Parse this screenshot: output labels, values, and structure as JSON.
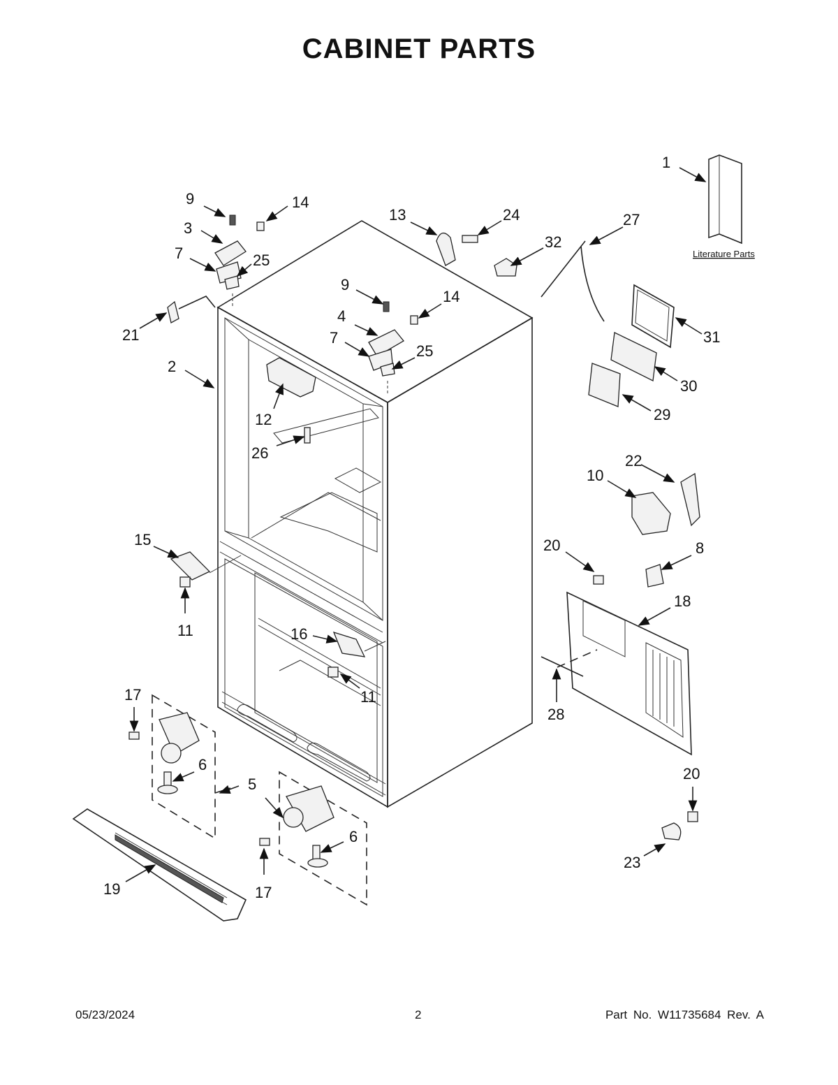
{
  "page": {
    "title": "CABINET PARTS",
    "literature_label": "Literature Parts",
    "footer": {
      "date": "05/23/2024",
      "page_number": "2",
      "part_number": "Part No.  W11735684  Rev.  A"
    }
  },
  "callouts": [
    {
      "id": "c1",
      "label": "1"
    },
    {
      "id": "c2",
      "label": "2"
    },
    {
      "id": "c3",
      "label": "3"
    },
    {
      "id": "c4",
      "label": "4"
    },
    {
      "id": "c5",
      "label": "5"
    },
    {
      "id": "c6a",
      "label": "6"
    },
    {
      "id": "c6b",
      "label": "6"
    },
    {
      "id": "c7a",
      "label": "7"
    },
    {
      "id": "c7b",
      "label": "7"
    },
    {
      "id": "c8",
      "label": "8"
    },
    {
      "id": "c9a",
      "label": "9"
    },
    {
      "id": "c9b",
      "label": "9"
    },
    {
      "id": "c10",
      "label": "10"
    },
    {
      "id": "c11a",
      "label": "11"
    },
    {
      "id": "c11b",
      "label": "11"
    },
    {
      "id": "c12",
      "label": "12"
    },
    {
      "id": "c13",
      "label": "13"
    },
    {
      "id": "c14a",
      "label": "14"
    },
    {
      "id": "c14b",
      "label": "14"
    },
    {
      "id": "c15",
      "label": "15"
    },
    {
      "id": "c16",
      "label": "16"
    },
    {
      "id": "c17a",
      "label": "17"
    },
    {
      "id": "c17b",
      "label": "17"
    },
    {
      "id": "c18",
      "label": "18"
    },
    {
      "id": "c19",
      "label": "19"
    },
    {
      "id": "c20a",
      "label": "20"
    },
    {
      "id": "c20b",
      "label": "20"
    },
    {
      "id": "c21",
      "label": "21"
    },
    {
      "id": "c22",
      "label": "22"
    },
    {
      "id": "c23",
      "label": "23"
    },
    {
      "id": "c24",
      "label": "24"
    },
    {
      "id": "c25a",
      "label": "25"
    },
    {
      "id": "c25b",
      "label": "25"
    },
    {
      "id": "c26",
      "label": "26"
    },
    {
      "id": "c27",
      "label": "27"
    },
    {
      "id": "c28",
      "label": "28"
    },
    {
      "id": "c29",
      "label": "29"
    },
    {
      "id": "c30",
      "label": "30"
    },
    {
      "id": "c31",
      "label": "31"
    },
    {
      "id": "c32",
      "label": "32"
    }
  ]
}
